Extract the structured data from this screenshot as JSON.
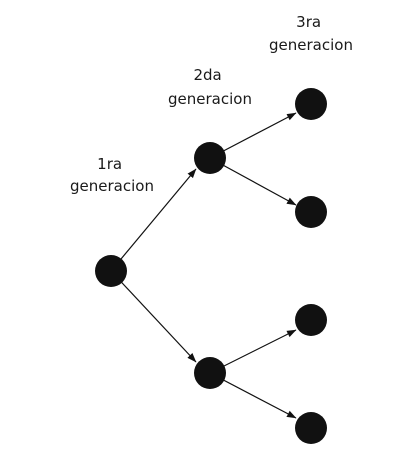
{
  "labels": {
    "gen1": {
      "line1": "1ra",
      "line2": "generacion"
    },
    "gen2": {
      "line1": "2da",
      "line2": "generacion"
    },
    "gen3": {
      "line1": "3ra",
      "line2": "generacion"
    }
  },
  "colors": {
    "node": "#111111",
    "edge": "#111111",
    "text": "#1a1a1a",
    "background": "#ffffff"
  },
  "tree": {
    "id": "root",
    "generation": 1,
    "children": [
      {
        "id": "gen2-top",
        "generation": 2,
        "children": [
          {
            "id": "gen3-a",
            "generation": 3,
            "children": []
          },
          {
            "id": "gen3-b",
            "generation": 3,
            "children": []
          }
        ]
      },
      {
        "id": "gen2-bottom",
        "generation": 2,
        "children": [
          {
            "id": "gen3-c",
            "generation": 3,
            "children": []
          },
          {
            "id": "gen3-d",
            "generation": 3,
            "children": []
          }
        ]
      }
    ]
  }
}
